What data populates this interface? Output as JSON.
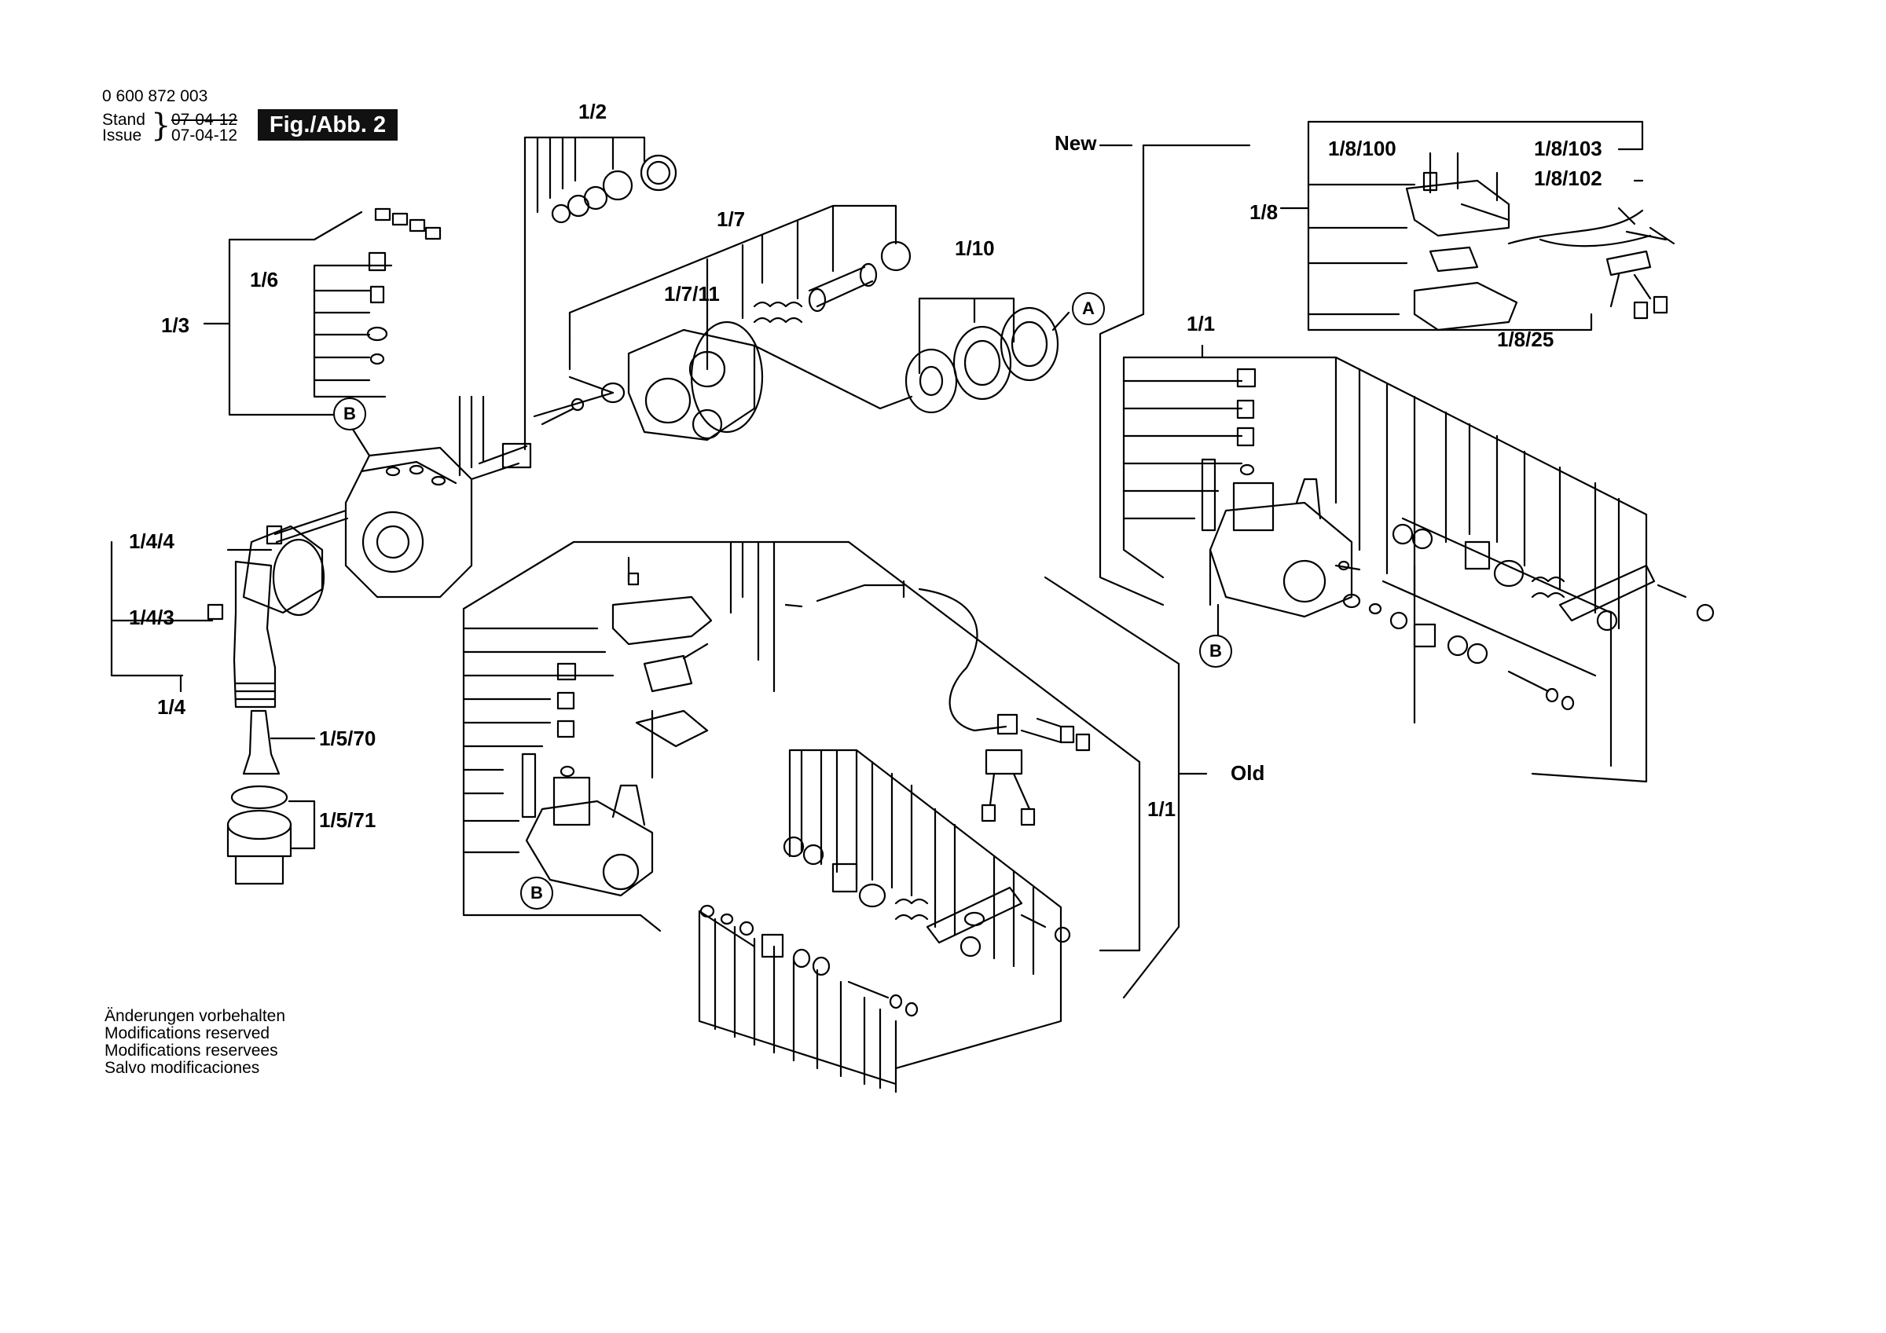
{
  "header": {
    "part_number": "0 600 872 003",
    "stand_label": "Stand",
    "issue_label": "Issue",
    "stand_date": "07-04-12",
    "issue_date": "07-04-12",
    "figure": "Fig./Abb. 2"
  },
  "labels": {
    "p1_2": "1/2",
    "p1_3": "1/3",
    "p1_6": "1/6",
    "p1_7": "1/7",
    "p1_7_11": "1/7/11",
    "p1_10": "1/10",
    "p1_4_4": "1/4/4",
    "p1_4_3": "1/4/3",
    "p1_4": "1/4",
    "p1_5_70": "1/5/70",
    "p1_5_71": "1/5/71",
    "p1_1_new": "1/1",
    "p1_1_old": "1/1",
    "p1_8": "1/8",
    "p1_8_100": "1/8/100",
    "p1_8_103": "1/8/103",
    "p1_8_102": "1/8/102",
    "p1_8_25": "1/8/25",
    "new": "New",
    "old": "Old"
  },
  "callouts": {
    "a": "A",
    "b": "B"
  },
  "footer": [
    "Änderungen vorbehalten",
    "Modifications reserved",
    "Modifications reservees",
    "Salvo modificaciones"
  ]
}
